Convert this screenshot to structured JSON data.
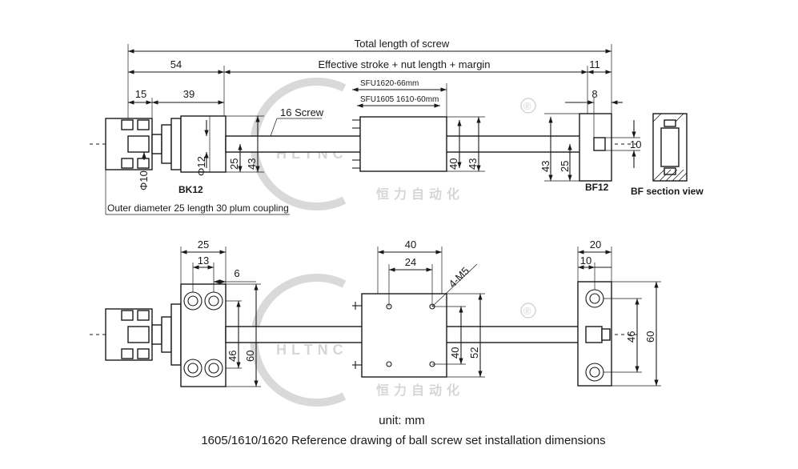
{
  "watermark": {
    "brand": "HLTNC",
    "cn_name": "恒力自动化",
    "registered": "®"
  },
  "top_view": {
    "total_length": "Total length of screw",
    "effective": "Effective stroke + nut length + margin",
    "dim_54": "54",
    "dim_11": "11",
    "dim_15": "15",
    "dim_39": "39",
    "dim_8": "8",
    "dim_10": "10",
    "nut_sfu1620": "SFU1620-66mm",
    "nut_sfu1605": "SFU1605 1610-60mm",
    "screw": "16 Screw",
    "phi10": "Φ10",
    "phi12": "Φ12",
    "bk_25": "25",
    "bk_43": "43",
    "nut_40": "40",
    "nut_43": "43",
    "bf_43": "43",
    "bf_25": "25",
    "bk12": "BK12",
    "bf12": "BF12",
    "bf_section": "BF section view",
    "coupling": "Outer diameter 25 length 30 plum coupling"
  },
  "bottom_view": {
    "bk_25": "25",
    "bk_13": "13",
    "bk_6": "6",
    "bk_46": "46",
    "bk_60": "60",
    "nut_40w": "40",
    "nut_24": "24",
    "nut_m5": "4-M5",
    "nut_40h": "40",
    "nut_52": "52",
    "bf_20": "20",
    "bf_10": "10",
    "bf_46": "46",
    "bf_60": "60"
  },
  "footer": {
    "unit": "unit:  mm",
    "caption": "1605/1610/1620 Reference drawing of ball screw set installation dimensions"
  }
}
